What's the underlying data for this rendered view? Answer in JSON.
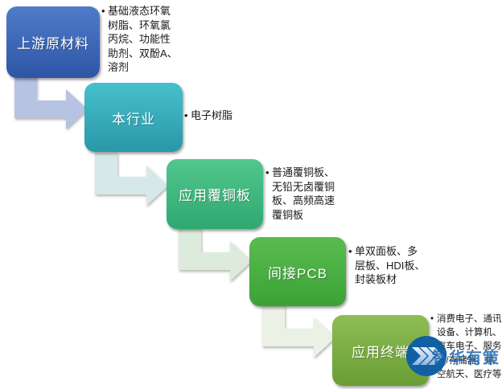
{
  "diagram": {
    "steps": [
      {
        "label": "上游原材料",
        "bullet": "基础液态环氧树脂、环氧氯丙烷、功能性助剂、双酚A、溶剂",
        "box_color_top": "#4f7cc9",
        "box_color_bottom": "#2e55a5",
        "arrow_color": "#b7c3e3"
      },
      {
        "label": "本行业",
        "bullet": "电子树脂",
        "box_color_top": "#46c0cc",
        "box_color_bottom": "#2a97a8",
        "arrow_color": "#d6e9e8"
      },
      {
        "label": "应用覆铜板",
        "bullet": "普通覆铜板、无铅无卤覆铜板、高频高速覆铜板",
        "box_color_top": "#52c78d",
        "box_color_bottom": "#2fa871",
        "arrow_color": "#dcebdb"
      },
      {
        "label": "间接PCB",
        "bullet": "单双面板、多层板、HDI板、封装板材",
        "box_color_top": "#5abc50",
        "box_color_bottom": "#3ba136",
        "arrow_color": "#ecf1e6"
      },
      {
        "label": "应用终端",
        "bullet": "消费电子、通讯设备、计算机、汽车电子、服务器/存储器、航空航天、医疗等",
        "box_color_top": "#8ebd55",
        "box_color_bottom": "#699e34"
      }
    ]
  },
  "watermark": {
    "text": "智华有策",
    "icon": "triple-chevron-icon",
    "circle_color": "#1160a4",
    "text_color": "#1a64ad"
  }
}
